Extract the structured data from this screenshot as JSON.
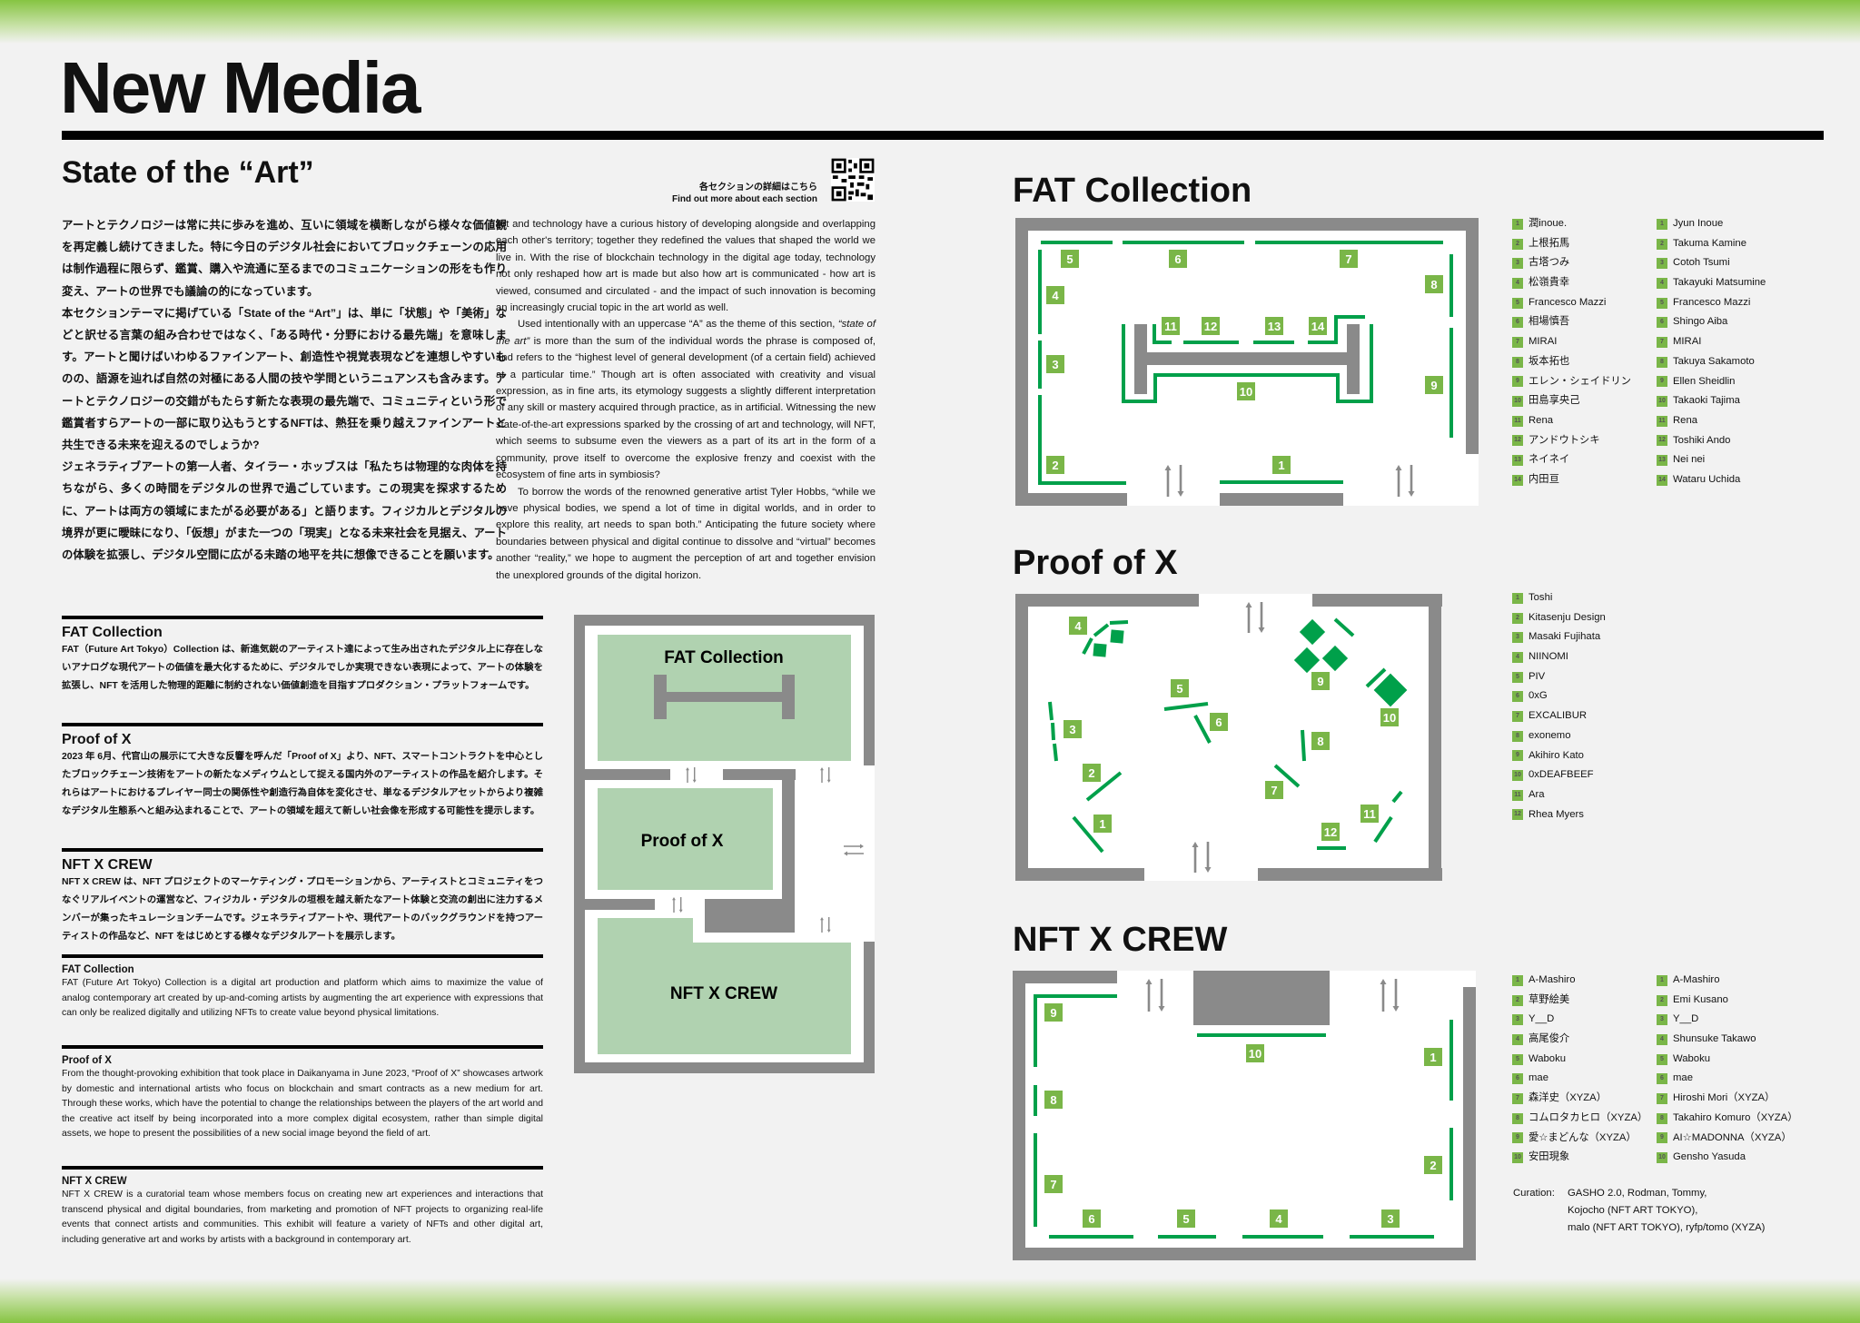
{
  "title": "New Media",
  "subtitle": "State of the “Art”",
  "qr": {
    "jp": "各セクションの詳細はこちら",
    "en": "Find out more about each section"
  },
  "intro_jp": [
    "アートとテクノロジーは常に共に歩みを進め、互いに領域を横断しながら様々な価値観を再定義し続けてきました。特に今日のデジタル社会においてブロックチェーンの応用は制作過程に限らず、鑑賞、購入や流通に至るまでのコミュニケーションの形をも作り変え、アートの世界でも議論の的になっています。",
    "本セクションテーマに掲げている「State of the “Art”」は、単に「状態」や「美術」などと訳せる言葉の組み合わせではなく、「ある時代・分野における最先端」を意味します。アートと聞けばいわゆるファインアート、創造性や視覚表現などを連想しやすいものの、語源を辿れば自然の対極にある人間の技や学問というニュアンスも含みます。アートとテクノロジーの交錯がもたらす新たな表現の最先端で、コミュニティという形で鑑賞者すらアートの一部に取り込もうとするNFTは、熱狂を乗り越えファインアートと共生できる未来を迎えるのでしょうか?",
    "ジェネラティブアートの第一人者、タイラー・ホッブスは「私たちは物理的な肉体を持ちながら、多くの時間をデジタルの世界で過ごしています。この現実を探求するために、アートは両方の領域にまたがる必要がある」と語ります。フィジカルとデジタルの境界が更に曖昧になり、「仮想」がまた一つの「現実」となる未来社会を見据え、アートの体験を拡張し、デジタル空間に広がる未踏の地平を共に想像できることを願います。"
  ],
  "intro_en": {
    "p1": "Art and technology have a curious history of developing alongside and overlapping each other's territory; together they redefined the values that shaped the world we live in. With the rise of blockchain technology in the digital age today, technology not only reshaped how art is made but also how art is communicated - how art is viewed, consumed and circulated - and the impact of such innovation is becoming an increasingly crucial topic in the art world as well.",
    "p2a": "Used intentionally with an uppercase “A” as the theme of this section, ",
    "p2b": "“state of the art”",
    "p2c": " is more than the sum of the individual words the phrase is composed of, and refers to the “highest level of general development (of a certain field) achieved at a particular time.” Though art is often associated with creativity and visual expression, as in fine arts, its etymology suggests a slightly different interpretation of any skill or mastery acquired through practice, as in artificial. Witnessing the new state-of-the-art expressions sparked by the crossing of art and technology, will NFT, which seems to subsume even the viewers as a part of its art in the form of a community, prove itself to overcome the explosive frenzy and coexist with the ecosystem of fine arts in symbiosis?",
    "p3": "To borrow the words of the renowned generative artist Tyler Hobbs, “while we have physical bodies, we spend a lot of time in digital worlds, and in order to explore this reality, art needs to span both.” Anticipating the future society where boundaries between physical and digital continue to dissolve and “virtual” becomes another “reality,” we hope to augment the perception of art and together envision the unexplored grounds of the digital horizon."
  },
  "sections_jp": [
    {
      "title": "FAT Collection",
      "text": "FAT（Future Art Tokyo）Collection は、新進気鋭のアーティスト達によって生み出されたデジタル上に存在しないアナログな現代アートの価値を最大化するために、デジタルでしか実現できない表現によって、アートの体験を拡張し、NFT を活用した物理的距離に制約されない価値創造を目指すプロダクション・プラットフォームです。"
    },
    {
      "title": "Proof of X",
      "text": "2023 年 6月、代官山の展示にて大きな反響を呼んだ「Proof of X」より、NFT、スマートコントラクトを中心としたブロックチェーン技術をアートの新たなメディウムとして捉える国内外のアーティストの作品を紹介します。それらはアートにおけるプレイヤー同士の関係性や創造行為自体を変化させ、単なるデジタルアセットからより複雑なデジタル生態系へと組み込まれることで、アートの領域を超えて新しい社会像を形成する可能性を提示します。"
    },
    {
      "title": "NFT X CREW",
      "text": "NFT X CREW は、NFT プロジェクトのマーケティング・プロモーションから、アーティストとコミュニティをつなぐリアルイベントの運営など、フィジカル・デジタルの垣根を越え新たなアート体験と交流の創出に注力するメンバーが集ったキュレーションチームです。ジェネラティブアートや、現代アートのバックグラウンドを持つアーティストの作品など、NFT をはじめとする様々なデジタルアートを展示します。"
    }
  ],
  "sections_en": [
    {
      "title": "FAT Collection",
      "text": "FAT (Future Art Tokyo) Collection is a digital art production and platform which aims to maximize the value of analog contemporary art created by up-and-coming artists by augmenting the art experience with expressions that can only be realized digitally and utilizing NFTs to create value beyond physical limitations."
    },
    {
      "title": "Proof of X",
      "text": "From the thought-provoking exhibition that took place in Daikanyama in June 2023, “Proof of X” showcases artwork by domestic and international artists who focus on blockchain and smart contracts as a new medium for art. Through these works, which have the potential to change the relationships between the players of the art world and the creative act itself by being incorporated into a more complex digital ecosystem, rather than simple digital assets, we hope to present the possibilities of a new social image beyond the field of art."
    },
    {
      "title": "NFT X CREW",
      "text": "NFT X CREW is a curatorial team whose members focus on creating new art experiences and interactions that transcend physical and digital boundaries, from marketing and promotion of NFT projects to organizing real-life events that connect artists and communities. This exhibit will feature a variety of NFTs and other digital art, including generative art and works by artists with a background in contemporary art."
    }
  ],
  "overview": {
    "fat": "FAT Collection",
    "pox": "Proof of X",
    "nft": "NFT X CREW"
  },
  "fat": {
    "title": "FAT Collection",
    "badges": [
      "1",
      "2",
      "3",
      "4",
      "5",
      "6",
      "7",
      "8",
      "9",
      "10",
      "11",
      "12",
      "13",
      "14"
    ],
    "artists_jp": [
      "潤inoue.",
      "上根拓馬",
      "古塔つみ",
      "松嶺貴幸",
      "Francesco Mazzi",
      "相場慎吾",
      "MIRAI",
      "坂本拓也",
      "エレン・シェイドリン",
      "田島享央己",
      "Rena",
      "アンドウトシキ",
      "ネイネイ",
      "内田亘"
    ],
    "artists_en": [
      "Jyun Inoue",
      "Takuma Kamine",
      "Cotoh Tsumi",
      "Takayuki Matsumine",
      "Francesco Mazzi",
      "Shingo Aiba",
      "MIRAI",
      "Takuya Sakamoto",
      "Ellen Sheidlin",
      "Takaoki Tajima",
      "Rena",
      "Toshiki Ando",
      "Nei nei",
      "Wataru Uchida"
    ]
  },
  "pox": {
    "title": "Proof of X",
    "badges": [
      "1",
      "2",
      "3",
      "4",
      "5",
      "6",
      "7",
      "8",
      "9",
      "10",
      "11",
      "12"
    ],
    "artists": [
      "Toshi",
      "Kitasenju Design",
      "Masaki Fujihata",
      "NIINOMI",
      "PIV",
      "0xG",
      "EXCALIBUR",
      "exonemo",
      "Akihiro Kato",
      "0xDEAFBEEF",
      "Ara",
      "Rhea Myers"
    ]
  },
  "nft": {
    "title": "NFT X CREW",
    "badges": [
      "1",
      "2",
      "3",
      "4",
      "5",
      "6",
      "7",
      "8",
      "9",
      "10"
    ],
    "artists_jp": [
      "A-Mashiro",
      "草野絵美",
      "Y__D",
      "高尾俊介",
      "Waboku",
      "mae",
      "森洋史（XYZA）",
      "コムロタカヒロ（XYZA）",
      "愛☆まどんな（XYZA）",
      "安田現象"
    ],
    "artists_en": [
      "A-Mashiro",
      "Emi Kusano",
      "Y__D",
      "Shunsuke Takawo",
      "Waboku",
      "mae",
      "Hiroshi Mori（XYZA）",
      "Takahiro Komuro（XYZA）",
      "AI☆MADONNA（XYZA）",
      "Gensho Yasuda"
    ],
    "curation_label": "Curation:",
    "curation": [
      "GASHO 2.0, Rodman, Tommy,",
      "Kojocho (NFT ART TOKYO),",
      "malo (NFT ART TOKYO), ryfp/tomo (XYZA)"
    ]
  },
  "colors": {
    "green": "#00a04a",
    "badge": "#7ab648",
    "wall": "#8a8a8a",
    "area": "#b0d2b0"
  }
}
